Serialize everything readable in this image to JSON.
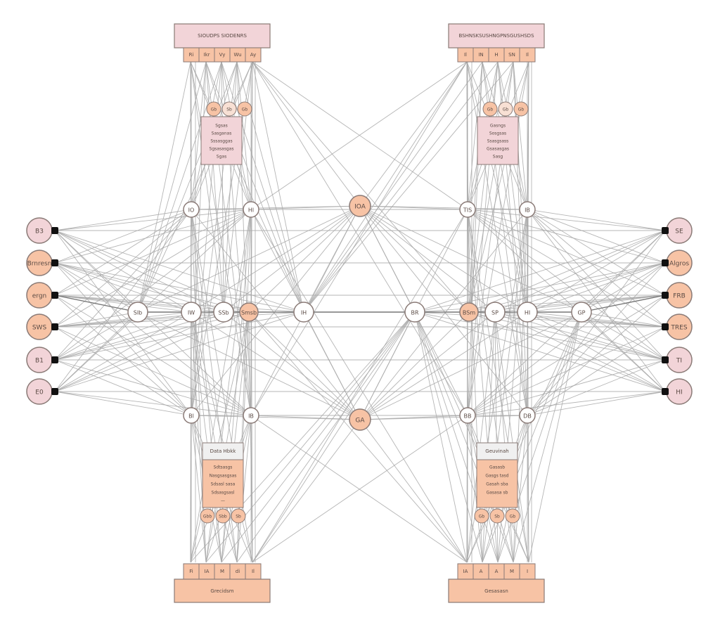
{
  "colors": {
    "pink_fill": "#f2d4d8",
    "salmon_fill": "#f7c3a5",
    "white_fill": "#ffffff",
    "node_stroke": "#8a7a76",
    "edge": "#a8a8a8",
    "port": "#111111",
    "title_fill": "#f0f0f0"
  },
  "top_modules": [
    {
      "id": "tl",
      "title": "SIOUDPS SIODENRS",
      "ports": [
        "Ri",
        "Ikr",
        "Vy",
        "Wu",
        "Ay"
      ]
    },
    {
      "id": "tr",
      "title": "BSHNSKSUSHNGPNSGUSHSDS",
      "ports": [
        "Il",
        "IN",
        "H",
        "SN",
        "Il"
      ]
    }
  ],
  "upper_blocks": [
    {
      "id": "ul",
      "chips": [
        "Gb",
        "Sb",
        "Gb"
      ],
      "lines": [
        "Sgsas",
        "Sasganas",
        "Sssasggas",
        "Sgsasasgas",
        "Sgas"
      ]
    },
    {
      "id": "ur",
      "chips": [
        "Gb",
        "Gb",
        "Gb"
      ],
      "lines": [
        "Gasngs",
        "Sosgsas",
        "Ssasgsass",
        "Gsasasgas",
        "Sasg"
      ]
    }
  ],
  "center_nodes": {
    "top": "IOA",
    "bottom": "GA"
  },
  "left_nodes": [
    {
      "label": "B3",
      "tone": "pink"
    },
    {
      "label": "Brnresn",
      "tone": "salmon"
    },
    {
      "label": "ergn",
      "tone": "salmon"
    },
    {
      "label": "SWS",
      "tone": "salmon"
    },
    {
      "label": "B1",
      "tone": "pink"
    },
    {
      "label": "E0",
      "tone": "pink"
    }
  ],
  "right_nodes": [
    {
      "label": "SE",
      "tone": "pink"
    },
    {
      "label": "Algros",
      "tone": "salmon"
    },
    {
      "label": "FRB",
      "tone": "salmon"
    },
    {
      "label": "TRES",
      "tone": "salmon"
    },
    {
      "label": "TI",
      "tone": "pink"
    },
    {
      "label": "HI",
      "tone": "pink"
    }
  ],
  "upper_hidden": [
    "IO",
    "Hl",
    "TIS",
    "IB"
  ],
  "lower_hidden": [
    "Bl",
    "IB",
    "BB",
    "DB"
  ],
  "middle_row": [
    {
      "label": "SIb",
      "tone": "white"
    },
    {
      "label": "IW",
      "tone": "white"
    },
    {
      "label": "SSb",
      "tone": "white"
    },
    {
      "label": "Smsb",
      "tone": "salmon"
    },
    {
      "label": "IH",
      "tone": "white"
    },
    {
      "label": "BR",
      "tone": "white"
    },
    {
      "label": "BSm",
      "tone": "salmon"
    },
    {
      "label": "SP",
      "tone": "white"
    },
    {
      "label": "HI",
      "tone": "white"
    },
    {
      "label": "GP",
      "tone": "white"
    }
  ],
  "lower_blocks": [
    {
      "id": "ll",
      "title": "Data Hbkk",
      "chips": [
        "Gbb",
        "Sbb",
        "Sb"
      ],
      "lines": [
        "Sdtsasgs",
        "Nasgsasgsas",
        "Sdsasl sasa",
        "Sdsasgsasl",
        "—"
      ]
    },
    {
      "id": "lr",
      "title": "Geuvinah",
      "chips": [
        "Gb",
        "Sb",
        "Gb"
      ],
      "lines": [
        "Gasasb",
        "Gasgs tasd",
        "Gasah sba",
        "Gasasa sb"
      ]
    }
  ],
  "bottom_modules": [
    {
      "id": "bl",
      "title": "Grecidsm",
      "ports": [
        "Fi",
        "IA",
        "M",
        "di",
        "Il"
      ]
    },
    {
      "id": "br",
      "title": "Gesasasn",
      "ports": [
        "IA",
        "A",
        "A",
        "M",
        "I"
      ]
    }
  ]
}
